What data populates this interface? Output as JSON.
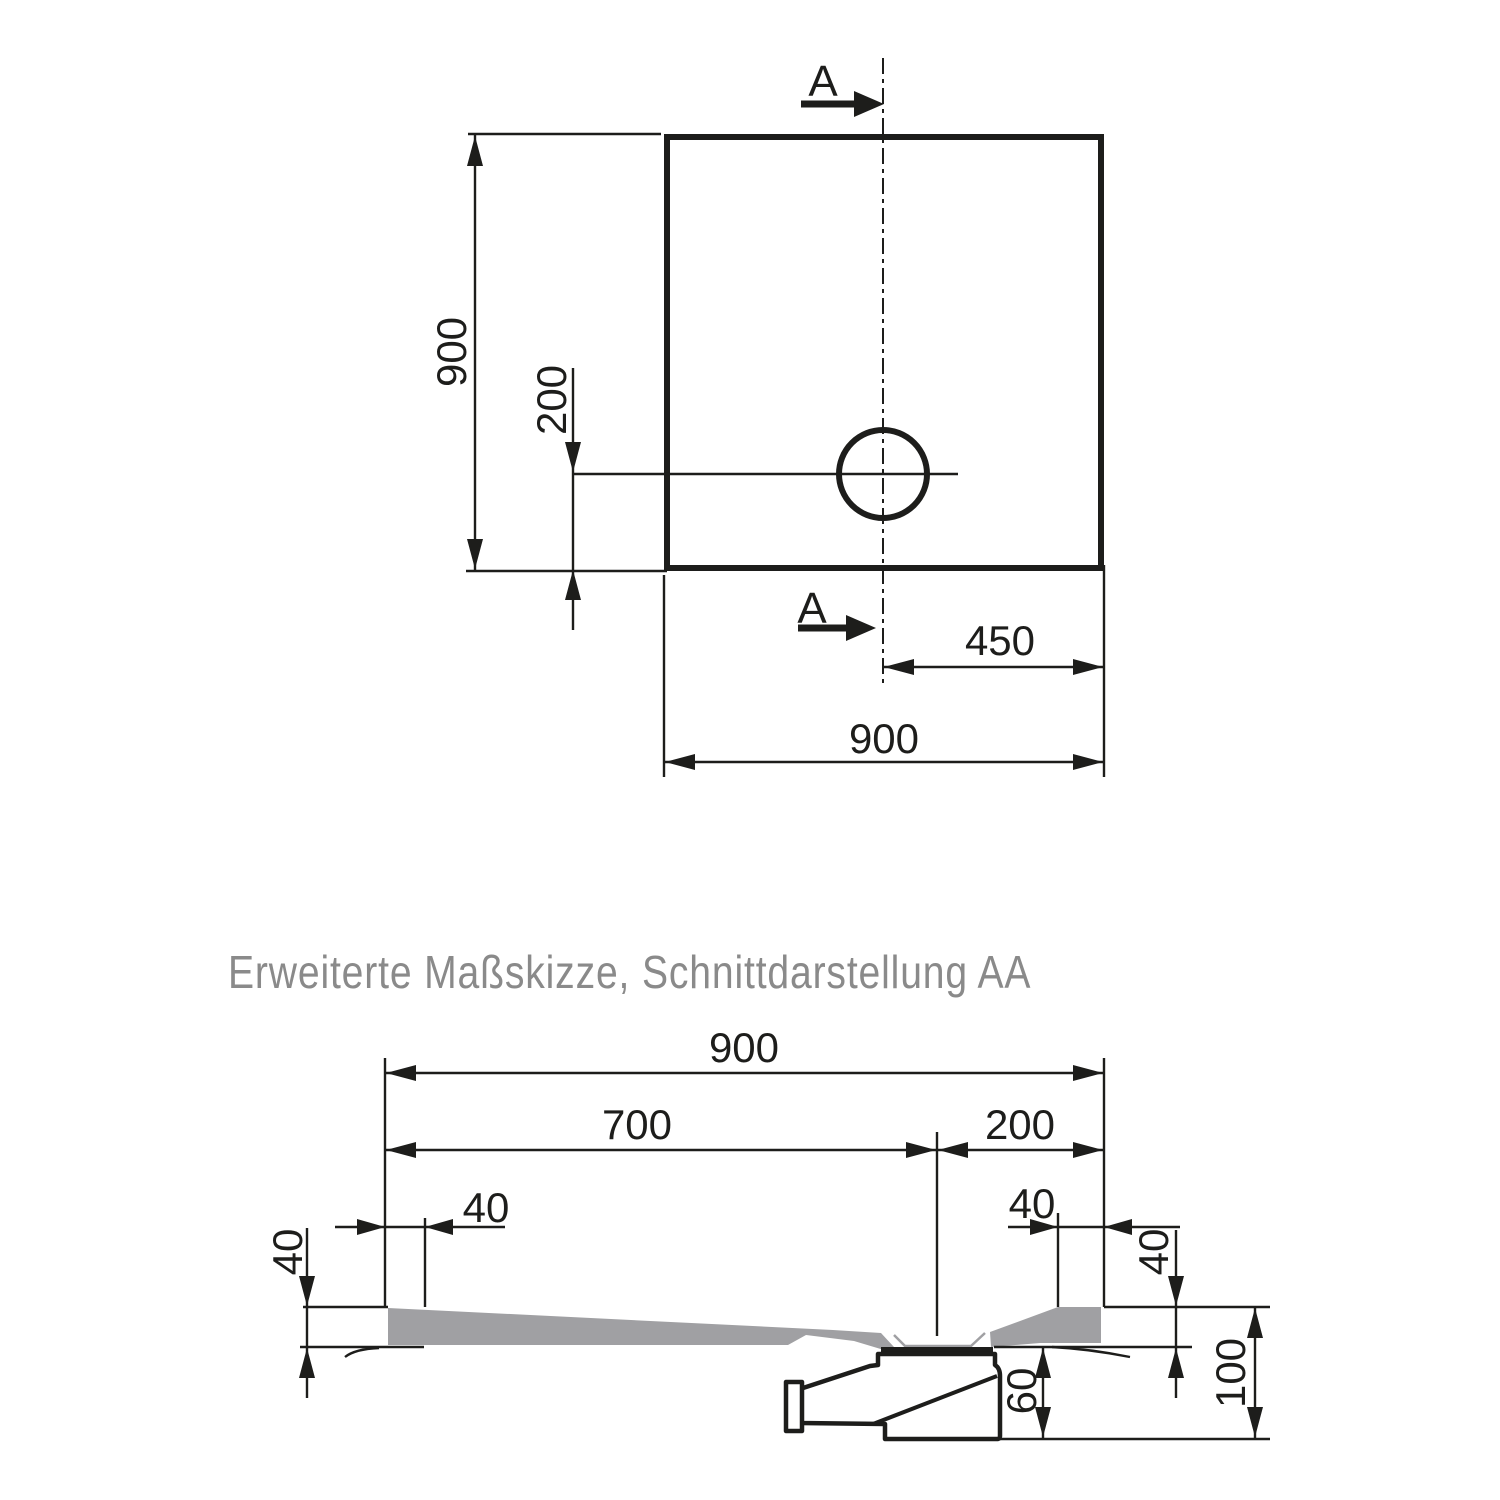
{
  "colors": {
    "line": "#1d1d1b",
    "tray_fill": "#a0a0a3",
    "title_gray": "#8a8a8a",
    "background": "#ffffff"
  },
  "plan_view": {
    "section_marker_top": "A",
    "section_marker_bottom": "A",
    "side_dim": "900",
    "drain_from_bottom_dim": "200",
    "drain_from_right_dim": "450",
    "width_dim": "900"
  },
  "section_view": {
    "title": "Erweiterte Maßskizze, Schnittdarstellung AA",
    "total_width_dim": "900",
    "left_span_dim": "700",
    "right_span_dim": "200",
    "rim_width_left_dim": "40",
    "rim_width_right_dim": "40",
    "edge_height_left_dim": "40",
    "edge_height_right_dim": "40",
    "trap_height_dim": "60",
    "total_height_dim": "100"
  }
}
